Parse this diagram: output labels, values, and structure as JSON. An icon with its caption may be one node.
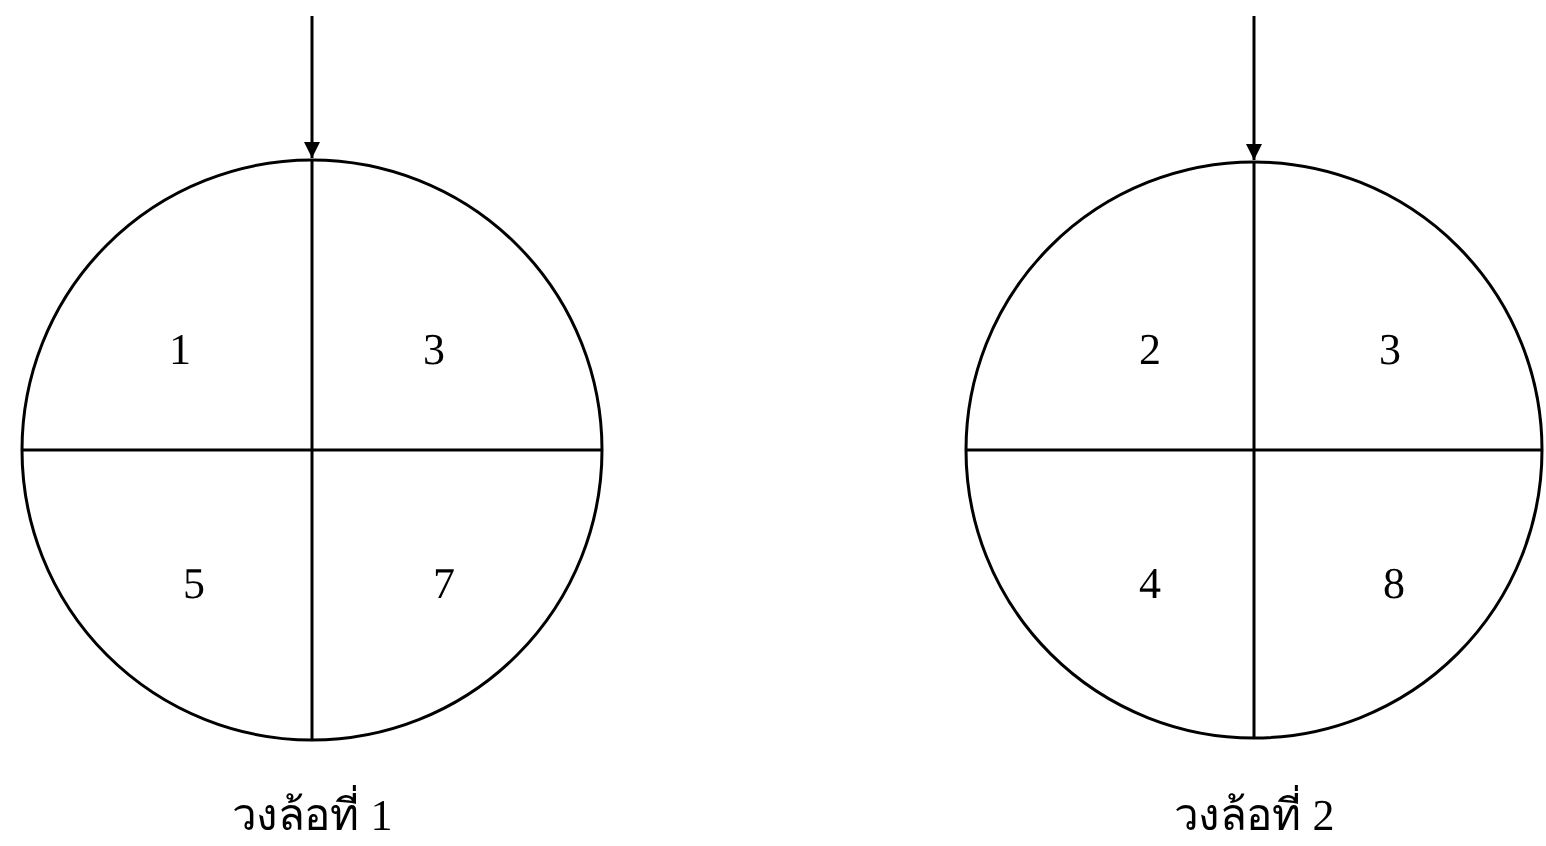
{
  "diagram": {
    "nodes": [
      {
        "text": [],
        "shape": "circle",
        "beside": [
          "วงล้อที่ 1"
        ]
      },
      {
        "text": [],
        "shape": "circle",
        "beside": [
          "วงล้อที่ 2"
        ]
      }
    ],
    "edges": [
      {
        "from": null,
        "to": 0,
        "arrow": "to"
      },
      {
        "from": null,
        "to": 1,
        "arrow": "to"
      }
    ],
    "labels": [
      "1",
      "3",
      "2",
      "3",
      "5",
      "7",
      "4",
      "8"
    ]
  }
}
